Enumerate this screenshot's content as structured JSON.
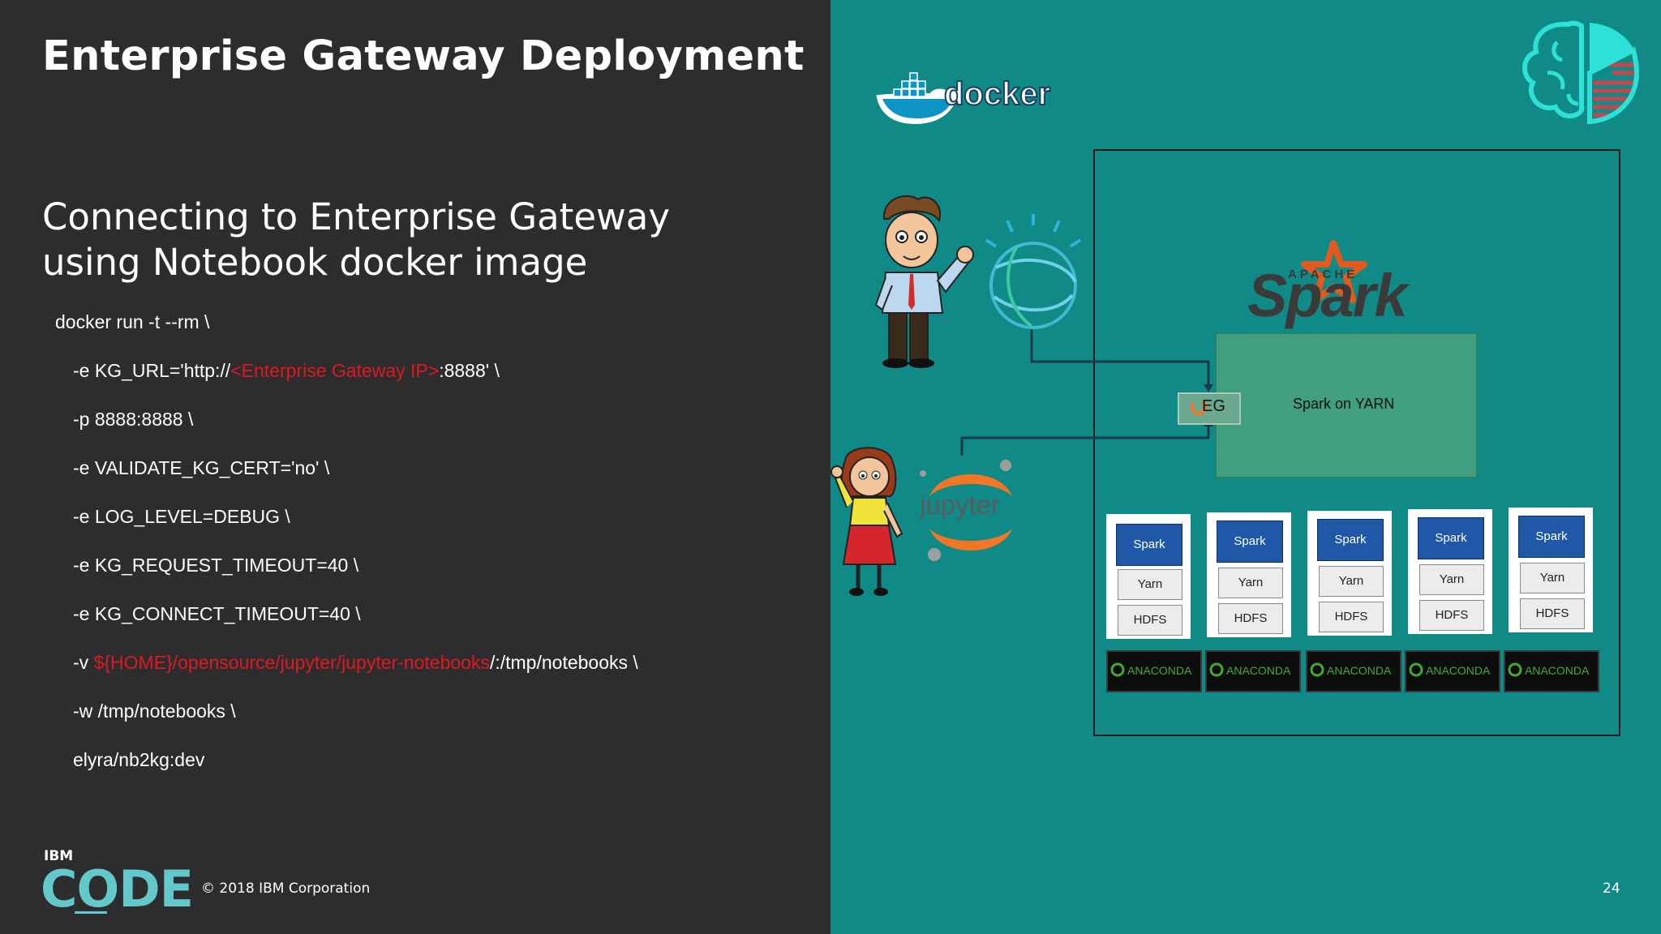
{
  "slide": {
    "title": "Enterprise Gateway Deployment",
    "subtitle": "Connecting to Enterprise Gateway using Notebook docker image",
    "page_number": "24",
    "footer": {
      "brand_small": "IBM",
      "brand_large": "CODE",
      "copyright": "© 2018 IBM Corporation"
    }
  },
  "command": {
    "line1": "docker run -t --rm \\",
    "line2_pre": "-e KG_URL='http://",
    "line2_hl": "<Enterprise Gateway IP>",
    "line2_post": ":8888' \\",
    "line3": "-p 8888:8888 \\",
    "line4": "-e VALIDATE_KG_CERT='no' \\",
    "line5": "-e LOG_LEVEL=DEBUG \\",
    "line6": "-e KG_REQUEST_TIMEOUT=40 \\",
    "line7": "-e KG_CONNECT_TIMEOUT=40 \\",
    "line8_pre": "-v ",
    "line8_hl": "${HOME}/opensource/jupyter/jupyter-notebooks",
    "line8_post": "/:/tmp/notebooks \\",
    "line9": "-w /tmp/notebooks \\",
    "line10": "elyra/nb2kg:dev"
  },
  "diagram": {
    "docker_label": "docker",
    "spark_apache": "APACHE",
    "spark_label": "Spark",
    "jupyter_label": "jupyter",
    "eg_label": "EG",
    "spark_on_yarn": "Spark on YARN",
    "nodes": [
      {
        "spark": "Spark",
        "yarn": "Yarn",
        "hdfs": "HDFS",
        "anaconda": "ANACONDA"
      },
      {
        "spark": "Spark",
        "yarn": "Yarn",
        "hdfs": "HDFS",
        "anaconda": "ANACONDA"
      },
      {
        "spark": "Spark",
        "yarn": "Yarn",
        "hdfs": "HDFS",
        "anaconda": "ANACONDA"
      },
      {
        "spark": "Spark",
        "yarn": "Yarn",
        "hdfs": "HDFS",
        "anaconda": "ANACONDA"
      },
      {
        "spark": "Spark",
        "yarn": "Yarn",
        "hdfs": "HDFS",
        "anaconda": "ANACONDA"
      }
    ]
  },
  "colors": {
    "left_bg": "#2d2d2f",
    "right_bg": "#0f8a87",
    "highlight": "#e0181f",
    "accent": "#62c8c9",
    "spark_box": "#3f9f7e",
    "node_blue": "#1e58a6"
  },
  "icons": [
    "docker-logo-icon",
    "brain-pie-icon",
    "developer-man-icon",
    "ibm-globe-icon",
    "data-scientist-woman-icon",
    "jupyter-logo-icon",
    "apache-spark-logo-icon",
    "anaconda-ring-icon"
  ]
}
